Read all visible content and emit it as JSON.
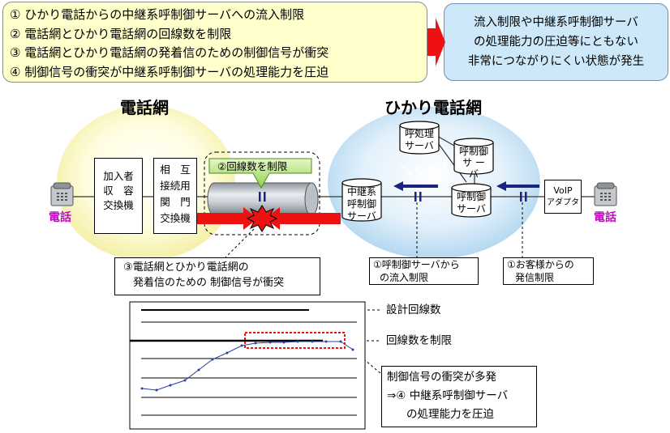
{
  "top_box": {
    "lines": [
      "① ひかり電話からの中継系呼制御サーバへの流入制限",
      "② 電話網とひかり電話網の回線数を制限",
      "③ 電話網とひかり電話網の発着信のための制御信号が衝突",
      "④ 制御信号の衝突が中継系呼制御サーバの処理能力を圧迫"
    ]
  },
  "result_box": {
    "lines": [
      "流入制限や中継系呼制御サーバ",
      "の処理能力の圧迫等にともない",
      "非常につながりにくい状態が発生"
    ]
  },
  "networks": {
    "phone_network": "電話網",
    "hikari_network": "ひかり電話網"
  },
  "phones": {
    "left_label": "電話",
    "right_label": "電話"
  },
  "switches": {
    "subscriber": [
      "加入者",
      "収　容",
      "交換機"
    ],
    "interconnect": [
      "相　互",
      "接続用",
      "関　門",
      "交換機"
    ]
  },
  "line_limit_label": "②回線数を制限",
  "servers": {
    "call_processing": [
      "呼処理",
      "サーバ"
    ],
    "call_control_upper": [
      "呼制御",
      "サ ー",
      "バ"
    ],
    "call_control_lower": [
      "呼制御",
      "サーバ"
    ],
    "relay_call_control": [
      "中継系",
      "呼制御",
      "サーバ"
    ]
  },
  "voip_adapter": [
    "VoIP",
    "アダプタ"
  ],
  "callouts": {
    "collision": [
      "③電話網とひかり電話網の",
      "発着信のための 制御信号が衝突"
    ],
    "inflow_limit": [
      "①呼制御サーバから",
      "の流入制限"
    ],
    "customer_limit": [
      "①お客様からの",
      "発信制限"
    ],
    "overload": [
      "制御信号の衝突が多発",
      "⇒④ 中継系呼制御サーバ",
      "の処理能力を圧迫"
    ]
  },
  "graph_labels": {
    "design_lines": "設計回線数",
    "limit_lines": "回線数を制限"
  },
  "colors": {
    "top_box_bg": "#ffffcc",
    "result_box_bg": "#cde8f8",
    "arrow_red": "#ee1111",
    "phone_label": "#cc00cc",
    "limit_mark": "#1a237e"
  }
}
